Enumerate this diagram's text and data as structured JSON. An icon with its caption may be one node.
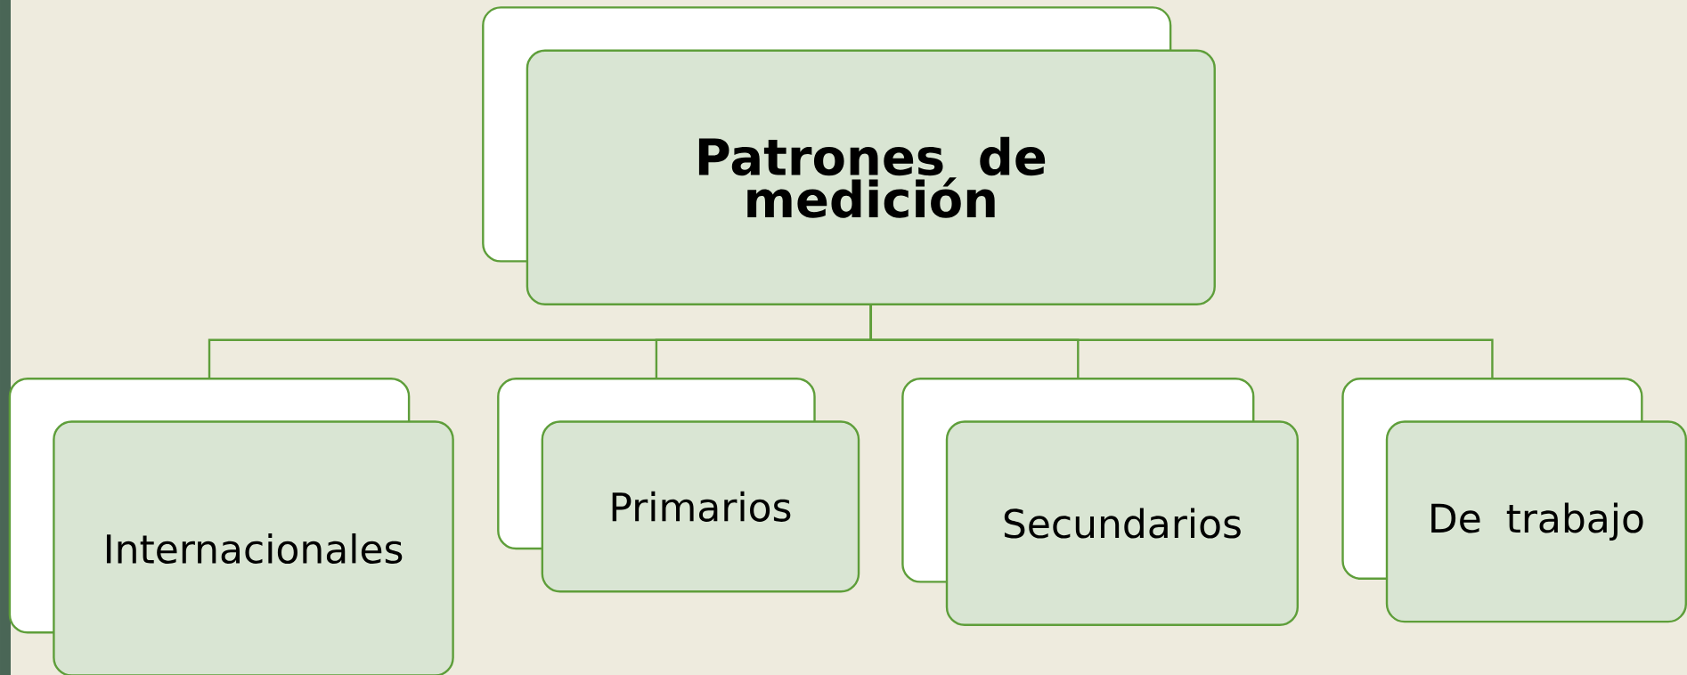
{
  "diagram": {
    "nodes": [
      {
        "text": [
          "Patrones de medición"
        ]
      },
      {
        "text": [
          "Internacionales"
        ]
      },
      {
        "text": [
          "Primarios"
        ]
      },
      {
        "text": [
          "Secundarios"
        ]
      },
      {
        "text": [
          "De trabajo"
        ]
      }
    ],
    "edges": [
      {
        "from": 0,
        "to": 1,
        "arrow": "none"
      },
      {
        "from": 0,
        "to": 2,
        "arrow": "none"
      },
      {
        "from": 0,
        "to": 3,
        "arrow": "none"
      },
      {
        "from": 0,
        "to": 4,
        "arrow": "none"
      }
    ]
  }
}
